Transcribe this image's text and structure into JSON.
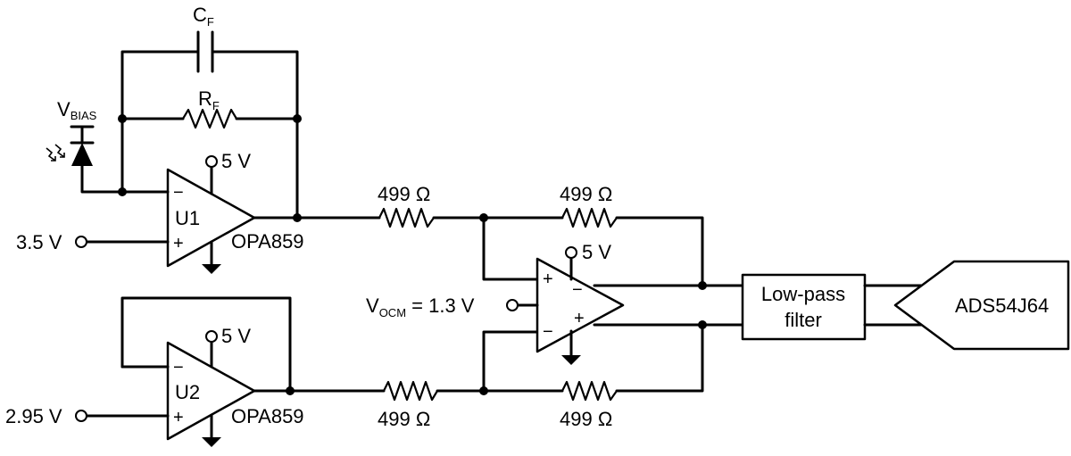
{
  "components": {
    "cf": {
      "main": "C",
      "sub": "F"
    },
    "rf": {
      "main": "R",
      "sub": "F"
    },
    "vbias": {
      "main": "V",
      "sub": "BIAS"
    },
    "u1": {
      "name": "U1",
      "part": "OPA859",
      "supply": "5 V",
      "input": "3.5 V"
    },
    "u2": {
      "name": "U2",
      "part": "OPA859",
      "supply": "5 V",
      "input": "2.95 V"
    },
    "fda": {
      "supply": "5 V",
      "vocm_main": "V",
      "vocm_sub": "OCM",
      "vocm_value": " = 1.3 V"
    },
    "resistors": {
      "r_in_top": "499 Ω",
      "r_fb_top": "499 Ω",
      "r_in_bot": "499 Ω",
      "r_fb_bot": "499 Ω"
    },
    "filter": {
      "line1": "Low-pass",
      "line2": "filter"
    },
    "adc": {
      "name": "ADS54J64"
    },
    "pins": {
      "minus": "−",
      "plus": "+"
    }
  }
}
